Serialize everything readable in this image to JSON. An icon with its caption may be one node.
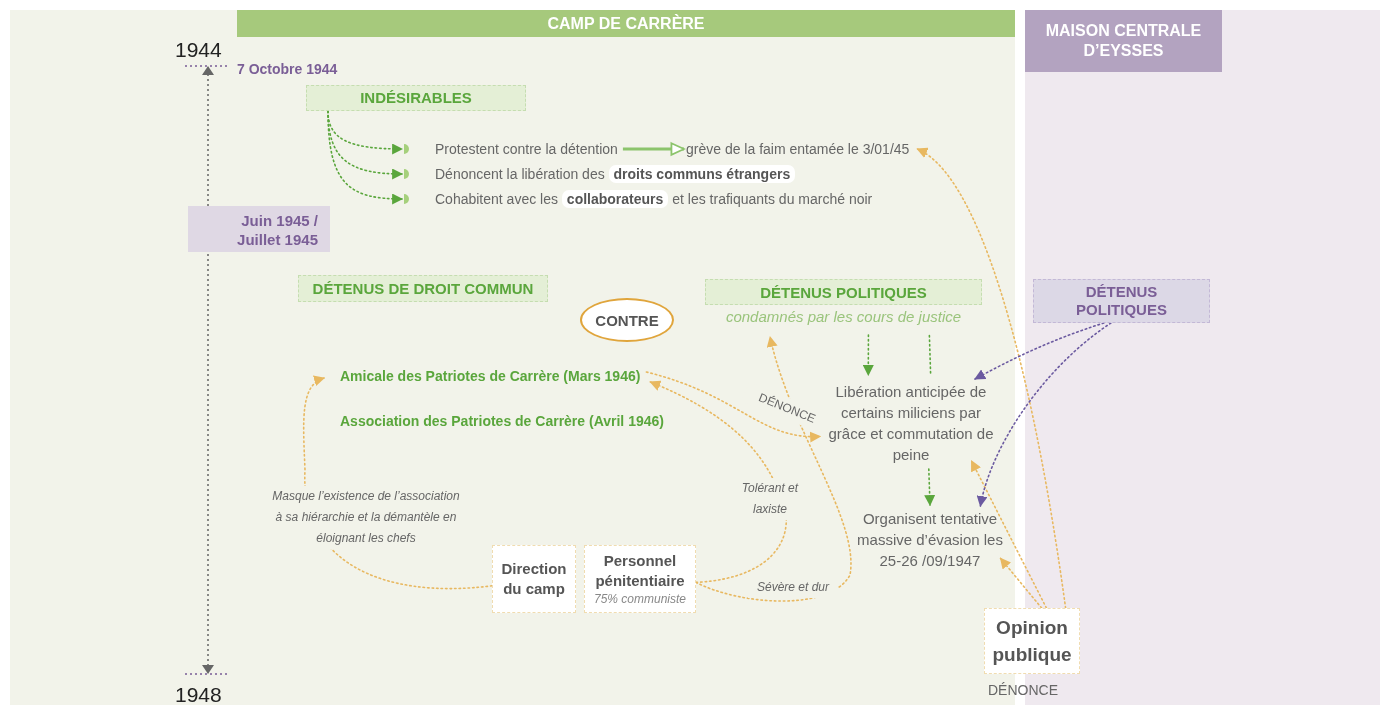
{
  "diagram": {
    "nodes": [
      {
        "text": [
          "CAMP DE CARRÈRE"
        ]
      },
      {
        "text": [
          "INDÉSIRABLES"
        ],
        "in": 0
      },
      {
        "text": [
          "Protestent contre la détention"
        ],
        "in": 0
      },
      {
        "text": [
          "grève de la faim entamée le 3/01/45"
        ],
        "in": 0
      },
      {
        "text": [
          "Dénoncent la libération des **droits communs étrangers**"
        ],
        "in": 0
      },
      {
        "text": [
          "Cohabitent avec les **collaborateurs** et les trafiquants du marché noir"
        ],
        "in": 0
      },
      {
        "text": [
          "Juin 1945 / Juillet 1945"
        ],
        "in": 0
      },
      {
        "text": [
          "DÉTENUS DE DROIT COMMUN"
        ],
        "in": 0
      },
      {
        "text": [
          "CONTRE"
        ],
        "in": 0
      },
      {
        "text": [
          "DÉTENUS POLITIQUES",
          "condamnés par les cours de justice"
        ],
        "in": 0
      },
      {
        "text": [
          "Amicale des Patriotes de Carrère (Mars 1946)"
        ],
        "in": 0
      },
      {
        "text": [
          "Association des Patriotes de Carrère (Avril 1946)"
        ],
        "in": 0
      },
      {
        "text": [
          "Libération anticipée de certains miliciens par grâce et commutation de peine"
        ],
        "in": 0
      },
      {
        "text": [
          "Organisent tentative massive d’évasion les 25-26 /09/1947"
        ],
        "in": 0
      },
      {
        "text": [
          "Direction du camp"
        ],
        "in": 0
      },
      {
        "text": [
          "Personnel pénitentiaire",
          "75% communiste"
        ],
        "in": 0
      },
      {
        "text": [
          "Opinion publique"
        ],
        "beside": [
          "DÉNONCE"
        ]
      },
      {
        "text": [
          "MAISON CENTRALE D’EYSSES"
        ]
      },
      {
        "text": [
          "DÉTENUS POLITIQUES"
        ],
        "in": 17
      }
    ],
    "edges": [
      {
        "from": 1,
        "to": 2,
        "arrow": "to",
        "style": "dashed",
        "color": "#5aa63c"
      },
      {
        "from": 1,
        "to": 4,
        "arrow": "to",
        "style": "dashed",
        "color": "#5aa63c"
      },
      {
        "from": 1,
        "to": 5,
        "arrow": "to",
        "style": "dashed",
        "color": "#5aa63c"
      },
      {
        "from": 2,
        "to": 3,
        "arrow": "to",
        "color": "#8cc46c"
      },
      {
        "from": 9,
        "to": 12,
        "arrow": "to",
        "style": "dashed",
        "color": "#5aa63c"
      },
      {
        "from": 12,
        "to": 9,
        "arrow": "none",
        "style": "dashed",
        "color": "#5aa63c"
      },
      {
        "from": 12,
        "to": 13,
        "arrow": "to",
        "style": "dashed",
        "color": "#5aa63c"
      },
      {
        "from": 10,
        "to": 12,
        "arrow": "to",
        "label": "DÉNONCE",
        "style": "dashed",
        "color": "#e8b860"
      },
      {
        "from": 15,
        "to": 10,
        "arrow": "to",
        "label": "Tolérant et laxiste",
        "style": "dashed",
        "color": "#e8b860"
      },
      {
        "from": 15,
        "to": 9,
        "arrow": "to",
        "label": "Sévère et dur",
        "style": "dashed",
        "color": "#e8b860"
      },
      {
        "from": 14,
        "to": 10,
        "arrow": "to",
        "label": "Masque l’existence de l’association à sa hiérarchie et la démantèle en éloignant les chefs",
        "style": "dashed",
        "color": "#e8b860"
      },
      {
        "from": 16,
        "to": 3,
        "arrow": "to",
        "style": "dashed",
        "color": "#e8b860"
      },
      {
        "from": 16,
        "to": 12,
        "arrow": "to",
        "style": "dashed",
        "color": "#e8b860"
      },
      {
        "from": 16,
        "to": 13,
        "arrow": "to",
        "style": "dashed",
        "color": "#e8b860"
      },
      {
        "from": 18,
        "to": 12,
        "arrow": "to",
        "style": "dashed",
        "color": "#6b5aa0"
      },
      {
        "from": 18,
        "to": 13,
        "arrow": "to",
        "style": "dashed",
        "color": "#6b5aa0"
      }
    ],
    "labels": [
      "1944",
      "7 Octobre 1944",
      "1948"
    ]
  }
}
